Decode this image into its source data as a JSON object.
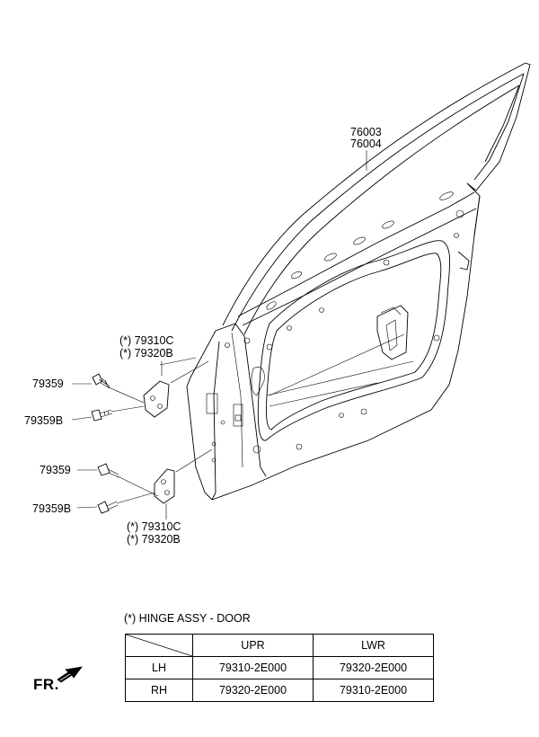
{
  "door_panel": {
    "part_numbers": [
      "76003",
      "76004"
    ]
  },
  "hinge_callouts": {
    "upper": {
      "lines": [
        "(*) 79310C",
        "(*) 79320B"
      ]
    },
    "lower": {
      "lines": [
        "(*) 79310C",
        "(*) 79320B"
      ]
    }
  },
  "fasteners": {
    "upper_bolt": "79359",
    "upper_bolt_b": "79359B",
    "lower_bolt": "79359",
    "lower_bolt_b": "79359B"
  },
  "hinge_table": {
    "caption": "(*) HINGE ASSY - DOOR",
    "columns": [
      "UPR",
      "LWR"
    ],
    "rows": [
      {
        "side": "LH",
        "upr": "79310-2E000",
        "lwr": "79320-2E000"
      },
      {
        "side": "RH",
        "upr": "79320-2E000",
        "lwr": "79310-2E000"
      }
    ]
  },
  "front_indicator": {
    "label": "FR."
  }
}
